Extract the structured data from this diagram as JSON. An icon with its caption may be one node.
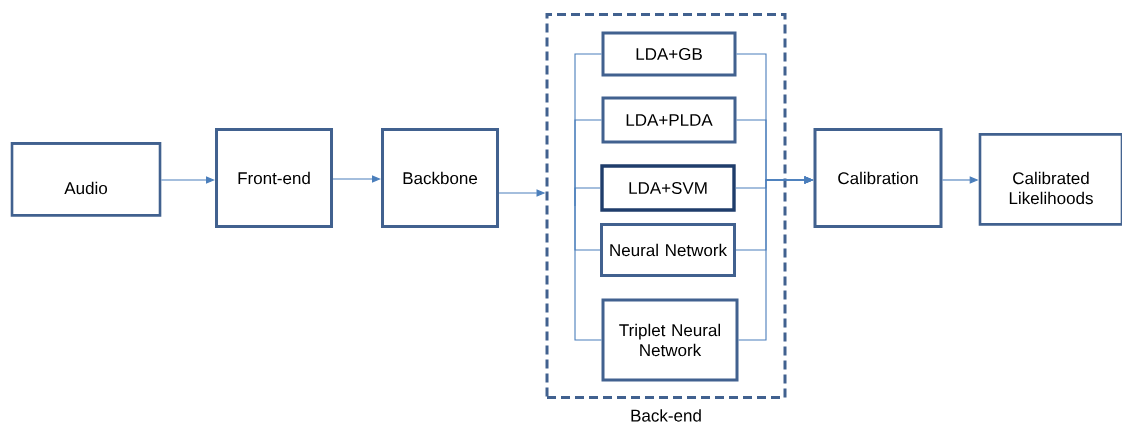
{
  "diagram": {
    "nodes": [
      {
        "text": [
          "Audio"
        ]
      },
      {
        "text": [
          "Front-end"
        ]
      },
      {
        "text": [
          "Backbone"
        ]
      },
      {
        "text": [
          "Back-end"
        ]
      },
      {
        "text": [
          "LDA+GB"
        ],
        "in": 3
      },
      {
        "text": [
          "LDA+PLDA"
        ],
        "in": 3
      },
      {
        "text": [
          "LDA+SVM"
        ],
        "in": 3
      },
      {
        "text": [
          "Neural Network"
        ],
        "in": 3
      },
      {
        "text": [
          "Triplet Neural Network"
        ],
        "in": 3
      },
      {
        "text": [
          "Calibration"
        ]
      },
      {
        "text": [
          "Calibrated Likelihoods"
        ]
      }
    ],
    "edges": [
      {
        "from": 0,
        "to": 1,
        "arrow": "to"
      },
      {
        "from": 1,
        "to": 2,
        "arrow": "to"
      },
      {
        "from": 2,
        "to": 3,
        "arrow": "to"
      },
      {
        "from": 3,
        "to": 4,
        "arrow": "none"
      },
      {
        "from": 3,
        "to": 5,
        "arrow": "none"
      },
      {
        "from": 3,
        "to": 6,
        "arrow": "none"
      },
      {
        "from": 3,
        "to": 7,
        "arrow": "none"
      },
      {
        "from": 3,
        "to": 8,
        "arrow": "none"
      },
      {
        "from": 4,
        "to": 9,
        "arrow": "to"
      },
      {
        "from": 5,
        "to": 9,
        "arrow": "to"
      },
      {
        "from": 6,
        "to": 9,
        "arrow": "to"
      },
      {
        "from": 7,
        "to": 9,
        "arrow": "to"
      },
      {
        "from": 8,
        "to": 9,
        "arrow": "to"
      },
      {
        "from": 9,
        "to": 10,
        "arrow": "to"
      }
    ]
  }
}
